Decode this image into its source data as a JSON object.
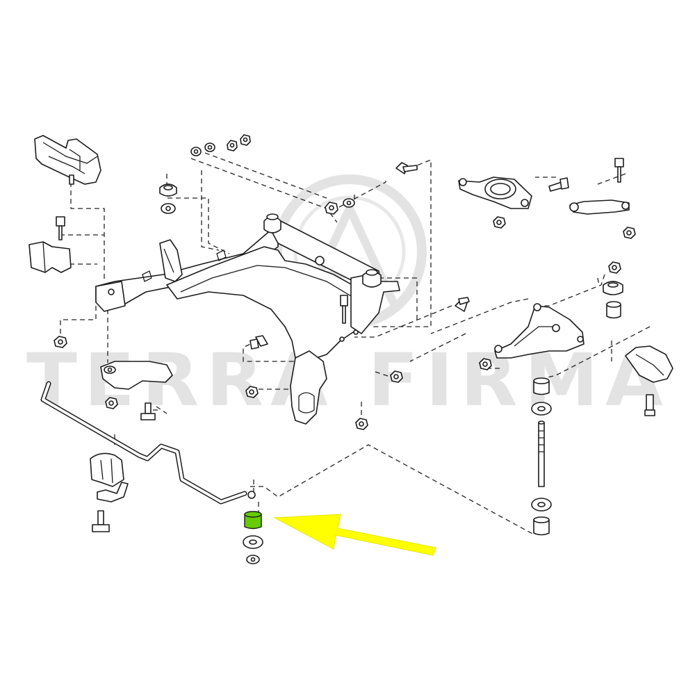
{
  "watermark": {
    "text": "TERRA FIRMA",
    "logo": "terra-firma-circle-logo",
    "color": "#e3e3e3"
  },
  "highlight": {
    "part": "stabilizer-link-bushing",
    "color": "#66cc00"
  },
  "pointer": {
    "icon": "arrow-left-icon",
    "color": "#ffff00"
  }
}
